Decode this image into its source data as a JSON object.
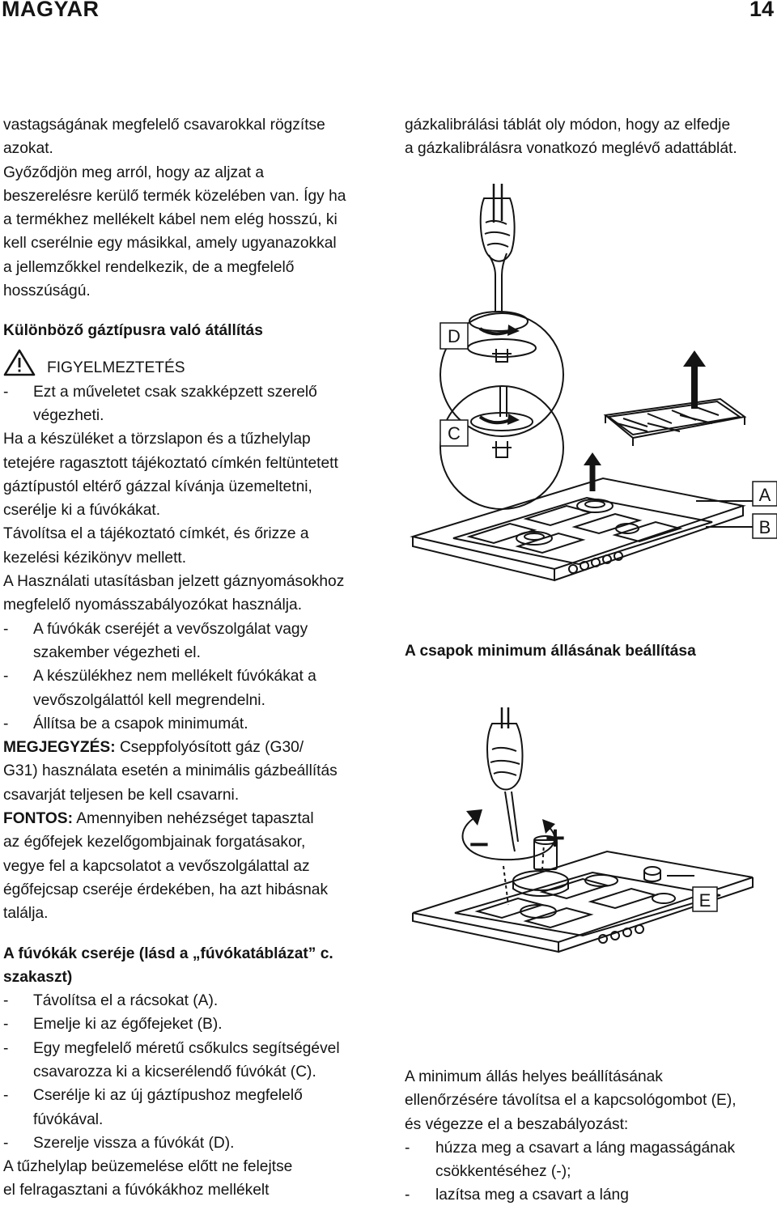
{
  "header": {
    "language": "MAGYAR",
    "page_number": "14"
  },
  "left_column": {
    "intro_lines": [
      "vastagságának megfelelő csavarokkal rögzítse",
      "azokat.",
      "Győződjön meg arról, hogy az aljzat a",
      "beszerelésre kerülő termék közelében van. Így ha",
      "a termékhez mellékelt kábel nem elég hosszú, ki",
      "kell cserélnie egy másikkal, amely ugyanazokkal",
      "a jellemzőkkel rendelkezik, de a megfelelő",
      "hosszúságú."
    ],
    "section_title": "Különböző gáztípusra való átállítás",
    "warning_label": "FIGYELMEZTETÉS",
    "warning_item": {
      "dash": "-",
      "lines": [
        "Ezt a műveletet csak szakképzett szerelő",
        "végezheti."
      ]
    },
    "body_lines": [
      "Ha a készüléket a törzslapon és a tűzhelylap",
      "tetejére ragasztott tájékoztató címkén feltüntetett",
      "gáztípustól eltérő gázzal kívánja üzemeltetni,",
      "cserélje ki a fúvókákat.",
      "Távolítsa el a tájékoztató címkét, és őrizze a",
      "kezelési kézikönyv mellett.",
      "A Használati utasításban jelzett gáznyomásokhoz",
      "megfelelő nyomásszabályozókat használja."
    ],
    "list_items": [
      {
        "dash": "-",
        "lines": [
          "A fúvókák cseréjét a vevőszolgálat vagy",
          "szakember végezheti el."
        ]
      },
      {
        "dash": "-",
        "lines": [
          "A készülékhez nem mellékelt fúvókákat a",
          "vevőszolgálattól kell megrendelni."
        ]
      },
      {
        "dash": "-",
        "lines": [
          "Állítsa be a csapok minimumát."
        ]
      }
    ],
    "note": {
      "label": "MEGJEGYZÉS:",
      "first": "Cseppfolyósított gáz (G30/",
      "lines": [
        "G31) használata esetén a minimális gázbeállítás",
        "csavarját teljesen be kell csavarni."
      ]
    },
    "important": {
      "label": "FONTOS:",
      "first": "Amennyiben nehézséget tapasztal",
      "lines": [
        "az égőfejek kezelőgombjainak forgatásakor,",
        "vegye fel a kapcsolatot a vevőszolgálattal az",
        "égőfejcsap cseréje érdekében, ha azt hibásnak",
        "találja."
      ]
    },
    "nozzle_title_lines": [
      "A fúvókák cseréje (lásd a „fúvókatáblázat” c.",
      "szakaszt)"
    ],
    "nozzle_steps": [
      {
        "dash": "-",
        "lines": [
          "Távolítsa el a rácsokat (A)."
        ]
      },
      {
        "dash": "-",
        "lines": [
          "Emelje ki az égőfejeket (B)."
        ]
      },
      {
        "dash": "-",
        "lines": [
          "Egy megfelelő méretű csőkulcs segítségével",
          "csavarozza ki a kicserélendő fúvókát (C)."
        ]
      },
      {
        "dash": "-",
        "lines": [
          "Cserélje ki az új gáztípushoz megfelelő",
          "fúvókával."
        ]
      },
      {
        "dash": "-",
        "lines": [
          "Szerelje vissza a fúvókát (D)."
        ]
      }
    ],
    "closing_lines": [
      "A tűzhelylap beüzemelése előtt ne felejtse",
      "el felragasztani a fúvókákhoz mellékelt"
    ]
  },
  "right_column": {
    "intro_lines": [
      "gázkalibrálási táblát oly módon, hogy az elfedje",
      "a gázkalibrálásra vonatkozó meglévő adattáblát."
    ],
    "figure1_labels": {
      "d": "D",
      "c": "C",
      "a": "A",
      "b": "B"
    },
    "section_title": "A csapok minimum állásának beállítása",
    "figure2_labels": {
      "e": "E",
      "minus": "−",
      "plus": "+"
    },
    "check_lines": [
      "A minimum állás helyes beállításának",
      "ellenőrzésére távolítsa el a kapcsológombot (E),",
      "és végezze el a beszabályozást:"
    ],
    "adjust_items": [
      {
        "dash": "-",
        "lines": [
          "húzza meg a csavart a láng magasságának",
          "csökkentéséhez (-);"
        ]
      },
      {
        "dash": "-",
        "lines": [
          "lazítsa meg a csavart a láng"
        ]
      }
    ]
  }
}
